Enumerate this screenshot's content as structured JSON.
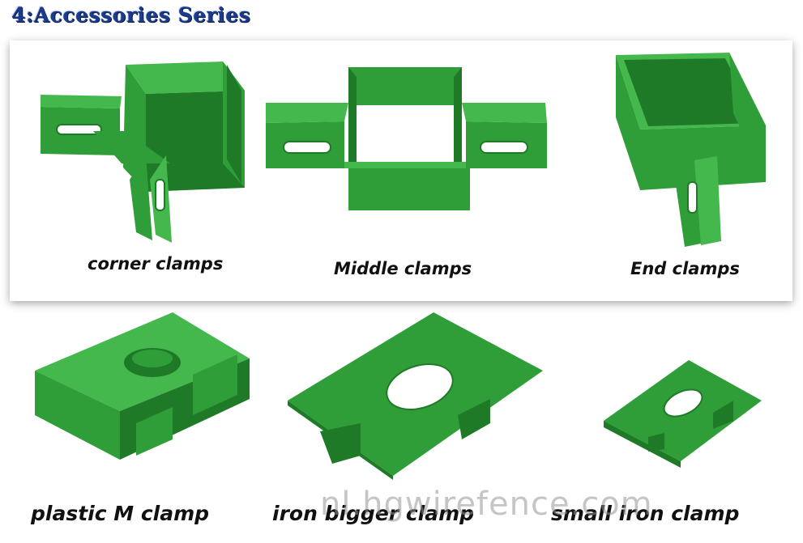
{
  "header": {
    "title": "4:Accessories Series"
  },
  "products": {
    "top": [
      {
        "caption": "corner clamps"
      },
      {
        "caption": "Middle clamps"
      },
      {
        "caption": "End clamps"
      }
    ],
    "bottom": [
      {
        "caption": "plastic M clamp"
      },
      {
        "caption": "iron bigger clamp"
      },
      {
        "caption": "small iron clamp"
      }
    ]
  },
  "watermark": "nl.hgwirefence.com",
  "colors": {
    "clamp_green": "#2f9e38",
    "clamp_dark": "#1f7a28",
    "clamp_light": "#45b84d",
    "title_blue": "#1b3c8c"
  }
}
